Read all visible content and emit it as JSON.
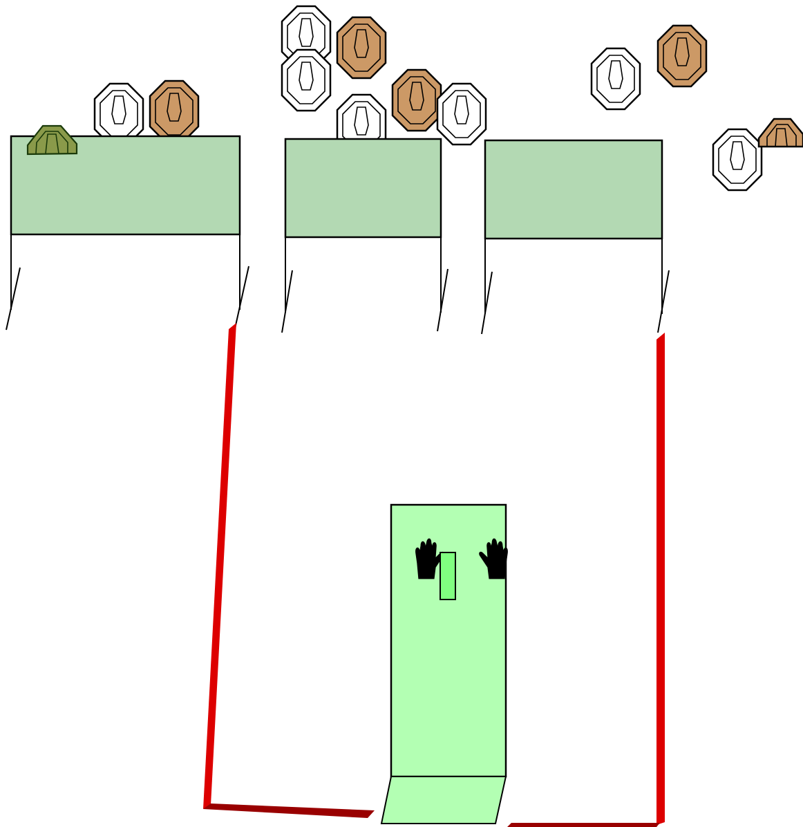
{
  "stage": {
    "background": "#ffffff"
  },
  "colors": {
    "barricade_fill": "#b3d9b3",
    "shooting_box_fill": "#b3ffb3",
    "hands_device_fill": "#80ff80",
    "fault_line": "#dd0000",
    "fault_line_shadow": "#990000",
    "target_paper": "#ffffff",
    "target_tan": "#cc9966",
    "target_partially_hidden": "#8a9a4a",
    "outline": "#000000"
  },
  "elements": {
    "barricades": [
      {
        "name": "barricade-left",
        "icon": "wall-panel"
      },
      {
        "name": "barricade-center",
        "icon": "wall-panel"
      },
      {
        "name": "barricade-right",
        "icon": "wall-panel"
      }
    ],
    "targets": [
      {
        "name": "target-paper",
        "variant": "white"
      },
      {
        "name": "target-no-shoot",
        "variant": "tan"
      },
      {
        "name": "target-partial",
        "variant": "olive"
      }
    ],
    "start_position": {
      "icon": "hands-icon",
      "hands_pose": "surrender"
    },
    "fault_lines": {
      "color": "#dd0000"
    }
  }
}
